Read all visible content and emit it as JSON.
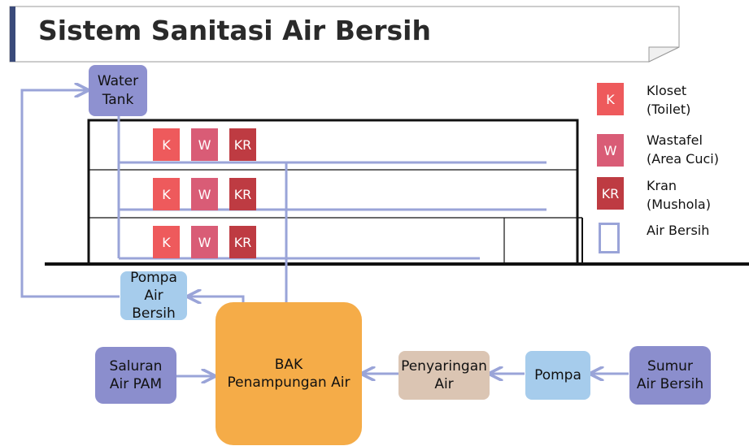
{
  "title": "Sistem Sanitasi Air Bersih",
  "colors": {
    "pipe": "#9aa4d8",
    "kloset": "#ee5a5c",
    "wastafel": "#d95c76",
    "kran": "#be3b42",
    "tank": "#8e91d0",
    "pompa_air": "#a6ccec",
    "bak": "#f5ac48",
    "penyaringan": "#dbc5b3",
    "pompa": "#a6ccec",
    "sumur": "#8b8ecd",
    "saluran": "#8b8ecd"
  },
  "nodes": {
    "water_tank": "Water\nTank",
    "pompa_air_bersih": "Pompa\nAir Bersih",
    "bak": "BAK\nPenampungan Air",
    "saluran_pam": "Saluran\nAir PAM",
    "penyaringan": "Penyaringan\nAir",
    "pompa": "Pompa",
    "sumur": "Sumur\nAir Bersih"
  },
  "fixtures": {
    "k": "K",
    "w": "W",
    "kr": "KR"
  },
  "legend": [
    {
      "code": "K",
      "label": "Kloset\n(Toilet)"
    },
    {
      "code": "W",
      "label": "Wastafel\n(Area Cuci)"
    },
    {
      "code": "KR",
      "label": "Kran\n(Mushola)"
    },
    {
      "code": "",
      "label": "Air Bersih"
    }
  ]
}
